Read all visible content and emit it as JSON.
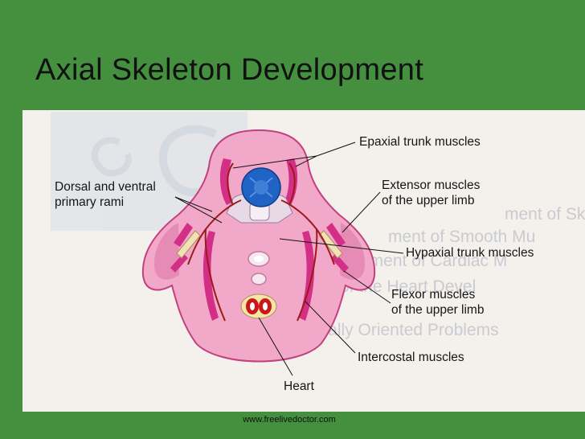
{
  "slide": {
    "title": "Axial Skeleton Development",
    "footer": "www.freelivedoctor.com"
  },
  "diagram": {
    "labels": {
      "epaxial": "Epaxial trunk muscles",
      "dorsal_ventral_line1": "Dorsal and ventral",
      "dorsal_ventral_line2": "primary rami",
      "extensor_line1": "Extensor muscles",
      "extensor_line2": "of the upper limb",
      "hypaxial": "Hypaxial trunk muscles",
      "flexor_line1": "Flexor muscles",
      "flexor_line2": "of the upper limb",
      "intercostal": "Intercostal muscles",
      "heart": "Heart"
    },
    "background_ghost_text": [
      "ment of Skeletal Mus",
      "ment of Smooth Mu",
      "pment of Cardiac M",
      "of the Heart Devel",
      "ically Oriented Problems"
    ],
    "colors": {
      "slide_background": "#45903f",
      "body_pink": "#f2a9c9",
      "muscle_magenta": "#d42f86",
      "spinal_blue": "#1f63c4",
      "nerve_red": "#9c1a1a"
    }
  }
}
